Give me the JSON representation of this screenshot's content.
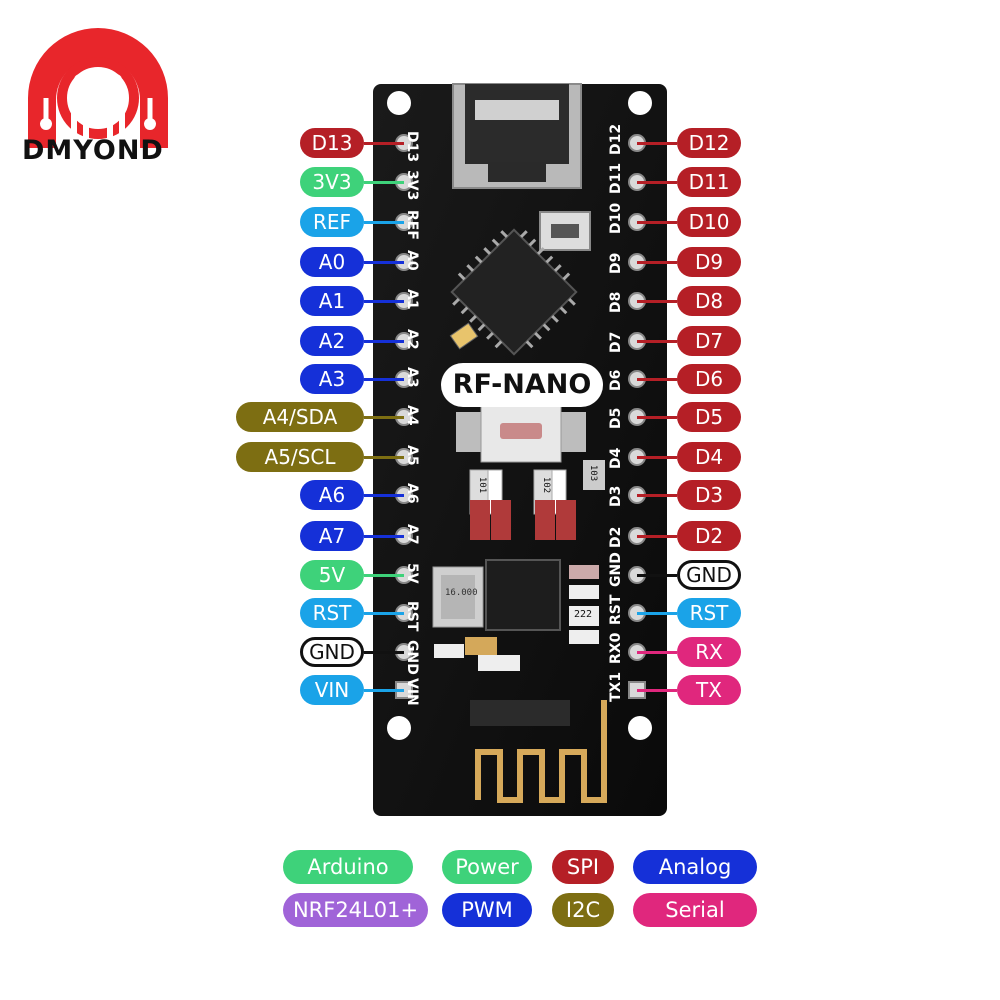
{
  "brand": {
    "name": "DMYOND",
    "logo_color": "#e8262b"
  },
  "board": {
    "title": "RF-NANO"
  },
  "colors": {
    "spi": "#b51f26",
    "power": "#3ed27a",
    "arduino": "#1aa3e8",
    "analog": "#1530d8",
    "i2c": "#7d6e12",
    "serial": "#e0277d",
    "pwm": "#1530d8",
    "nrf": "#a064d8",
    "ground": "#111111"
  },
  "left_pins": [
    {
      "label": "D13",
      "silk": "D13",
      "group": "spi"
    },
    {
      "label": "3V3",
      "silk": "3V3",
      "group": "power"
    },
    {
      "label": "REF",
      "silk": "REF",
      "group": "arduino"
    },
    {
      "label": "A0",
      "silk": "A0",
      "group": "analog"
    },
    {
      "label": "A1",
      "silk": "A1",
      "group": "analog"
    },
    {
      "label": "A2",
      "silk": "A2",
      "group": "analog"
    },
    {
      "label": "A3",
      "silk": "A3",
      "group": "analog"
    },
    {
      "label": "A4/SDA",
      "silk": "A4",
      "group": "i2c"
    },
    {
      "label": "A5/SCL",
      "silk": "A5",
      "group": "i2c"
    },
    {
      "label": "A6",
      "silk": "A6",
      "group": "analog"
    },
    {
      "label": "A7",
      "silk": "A7",
      "group": "analog"
    },
    {
      "label": "5V",
      "silk": "5V",
      "group": "power"
    },
    {
      "label": "RST",
      "silk": "RST",
      "group": "arduino"
    },
    {
      "label": "GND",
      "silk": "GND",
      "group": "ground"
    },
    {
      "label": "VIN",
      "silk": "VIN",
      "group": "arduino"
    }
  ],
  "right_pins": [
    {
      "label": "D12",
      "silk": "D12",
      "group": "spi"
    },
    {
      "label": "D11",
      "silk": "D11",
      "group": "spi"
    },
    {
      "label": "D10",
      "silk": "D10",
      "group": "spi"
    },
    {
      "label": "D9",
      "silk": "D9",
      "group": "spi"
    },
    {
      "label": "D8",
      "silk": "D8",
      "group": "spi"
    },
    {
      "label": "D7",
      "silk": "D7",
      "group": "spi"
    },
    {
      "label": "D6",
      "silk": "D6",
      "group": "spi"
    },
    {
      "label": "D5",
      "silk": "D5",
      "group": "spi"
    },
    {
      "label": "D4",
      "silk": "D4",
      "group": "spi"
    },
    {
      "label": "D3",
      "silk": "D3",
      "group": "spi"
    },
    {
      "label": "D2",
      "silk": "D2",
      "group": "spi"
    },
    {
      "label": "GND",
      "silk": "GND",
      "group": "ground"
    },
    {
      "label": "RST",
      "silk": "RST",
      "group": "arduino"
    },
    {
      "label": "RX",
      "silk": "RX0",
      "group": "serial"
    },
    {
      "label": "TX",
      "silk": "TX1",
      "group": "serial"
    }
  ],
  "legend": [
    {
      "label": "Arduino",
      "color": "#3ed27a"
    },
    {
      "label": "Power",
      "color": "#3ed27a"
    },
    {
      "label": "SPI",
      "color": "#b51f26"
    },
    {
      "label": "Analog",
      "color": "#1530d8"
    },
    {
      "label": "NRF24L01+",
      "color": "#a064d8"
    },
    {
      "label": "PWM",
      "color": "#1530d8"
    },
    {
      "label": "I2C",
      "color": "#7d6e12"
    },
    {
      "label": "Serial",
      "color": "#e0277d"
    }
  ],
  "components": {
    "crystal_marking": "16.000",
    "resistor_marking": "222",
    "res_101": "101",
    "res_102": "102",
    "res_103": "103"
  }
}
